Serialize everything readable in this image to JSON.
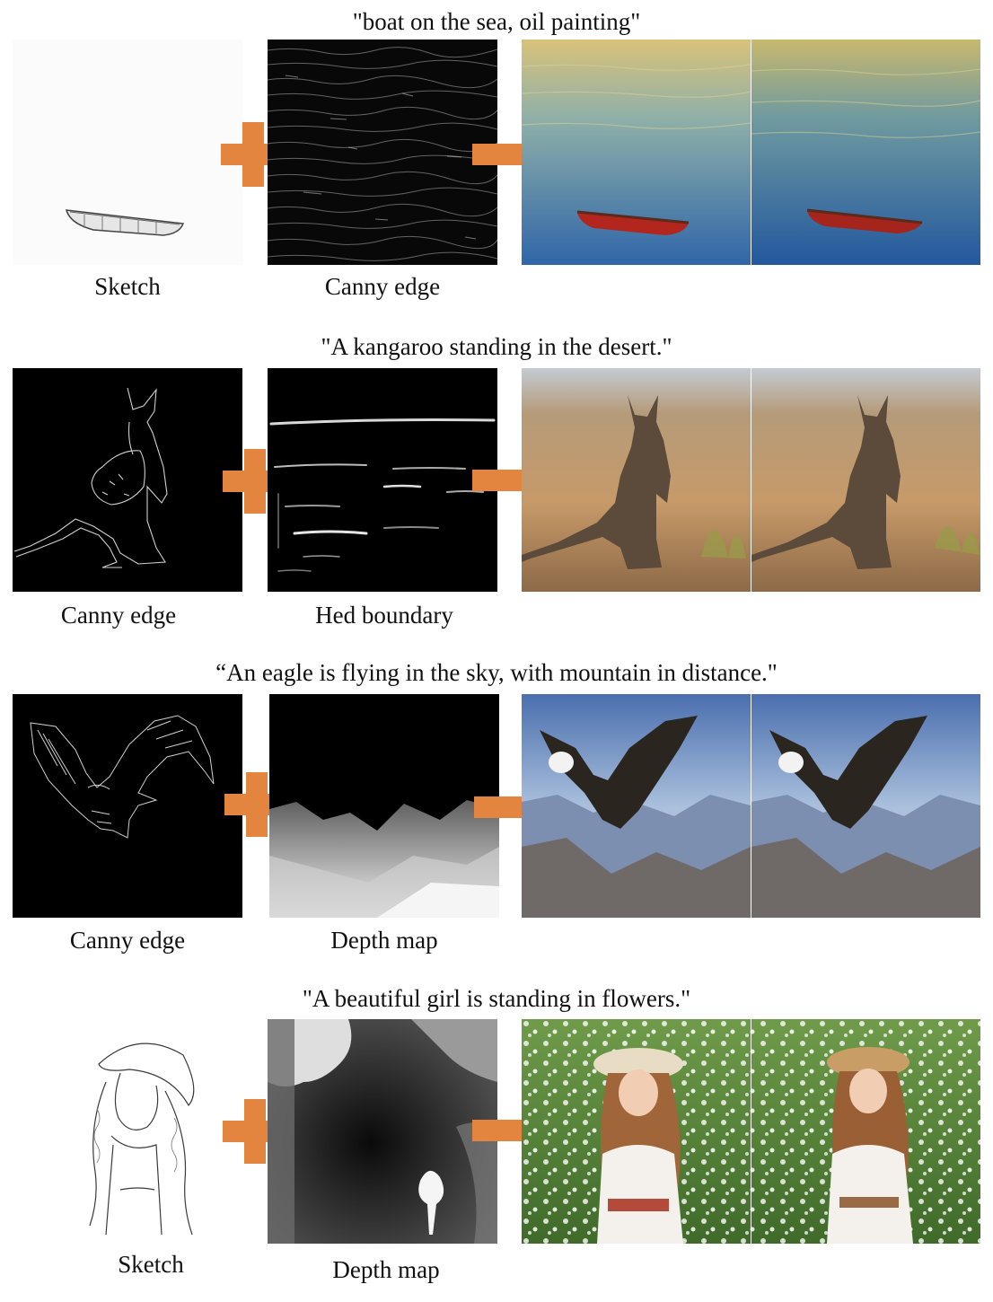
{
  "rows": [
    {
      "prompt": "\"boat on the sea, oil painting\"",
      "label1": "Sketch",
      "label2": "Canny edge"
    },
    {
      "prompt": "\"A kangaroo standing in the desert.\"",
      "label1": "Canny edge",
      "label2": "Hed boundary"
    },
    {
      "prompt": "“An eagle is flying in the sky, with mountain in distance.\"",
      "label1": "Canny edge",
      "label2": "Depth map"
    },
    {
      "prompt": "\"A beautiful girl is standing in flowers.\"",
      "label1": "Sketch",
      "label2": "Depth map"
    }
  ],
  "colors": {
    "operator": "#e3843f"
  }
}
